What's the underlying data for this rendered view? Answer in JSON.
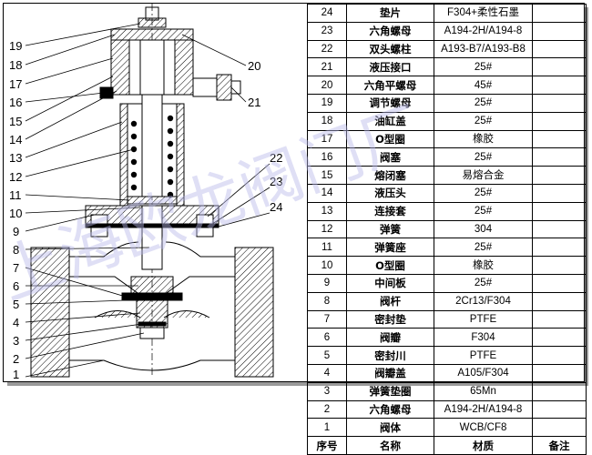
{
  "callouts_left": [
    "19",
    "18",
    "17",
    "16",
    "15",
    "14",
    "13",
    "12",
    "11",
    "10",
    "9",
    "8",
    "7",
    "6",
    "5",
    "4",
    "3",
    "2",
    "1"
  ],
  "callouts_right": [
    "20",
    "21",
    "22",
    "23",
    "24"
  ],
  "parts": [
    {
      "no": "24",
      "name": "垫片",
      "material": "F304+柔性石墨",
      "remark": ""
    },
    {
      "no": "23",
      "name": "六角螺母",
      "material": "A194-2H/A194-8",
      "remark": ""
    },
    {
      "no": "22",
      "name": "双头螺柱",
      "material": "A193-B7/A193-B8",
      "remark": ""
    },
    {
      "no": "21",
      "name": "液压接口",
      "material": "25#",
      "remark": ""
    },
    {
      "no": "20",
      "name": "六角平螺母",
      "material": "45#",
      "remark": ""
    },
    {
      "no": "19",
      "name": "调节螺母",
      "material": "25#",
      "remark": ""
    },
    {
      "no": "18",
      "name": "油缸盖",
      "material": "25#",
      "remark": ""
    },
    {
      "no": "17",
      "name": "O型圈",
      "material": "橡胶",
      "remark": ""
    },
    {
      "no": "16",
      "name": "阀塞",
      "material": "25#",
      "remark": ""
    },
    {
      "no": "15",
      "name": "熔闭塞",
      "material": "易熔合金",
      "remark": ""
    },
    {
      "no": "14",
      "name": "液压头",
      "material": "25#",
      "remark": ""
    },
    {
      "no": "13",
      "name": "连接套",
      "material": "25#",
      "remark": ""
    },
    {
      "no": "12",
      "name": "弹簧",
      "material": "304",
      "remark": ""
    },
    {
      "no": "11",
      "name": "弹簧座",
      "material": "25#",
      "remark": ""
    },
    {
      "no": "10",
      "name": "O型圈",
      "material": "橡胶",
      "remark": ""
    },
    {
      "no": "9",
      "name": "中间板",
      "material": "25#",
      "remark": ""
    },
    {
      "no": "8",
      "name": "阀杆",
      "material": "2Cr13/F304",
      "remark": ""
    },
    {
      "no": "7",
      "name": "密封垫",
      "material": "PTFE",
      "remark": ""
    },
    {
      "no": "6",
      "name": "阀瓣",
      "material": "F304",
      "remark": ""
    },
    {
      "no": "5",
      "name": "密封川",
      "material": "PTFE",
      "remark": ""
    },
    {
      "no": "4",
      "name": "阀瓣盖",
      "material": "A105/F304",
      "remark": ""
    },
    {
      "no": "3",
      "name": "弹簧垫圈",
      "material": "65Mn",
      "remark": ""
    },
    {
      "no": "2",
      "name": "六角螺母",
      "material": "A194-2H/A194-8",
      "remark": ""
    },
    {
      "no": "1",
      "name": "阀体",
      "material": "WCB/CF8",
      "remark": ""
    }
  ],
  "header": {
    "no": "序号",
    "name": "名称",
    "material": "材质",
    "remark": "备注"
  },
  "watermark": "上海欧龙阀门厂",
  "watermark_color": "#b8b8e8"
}
